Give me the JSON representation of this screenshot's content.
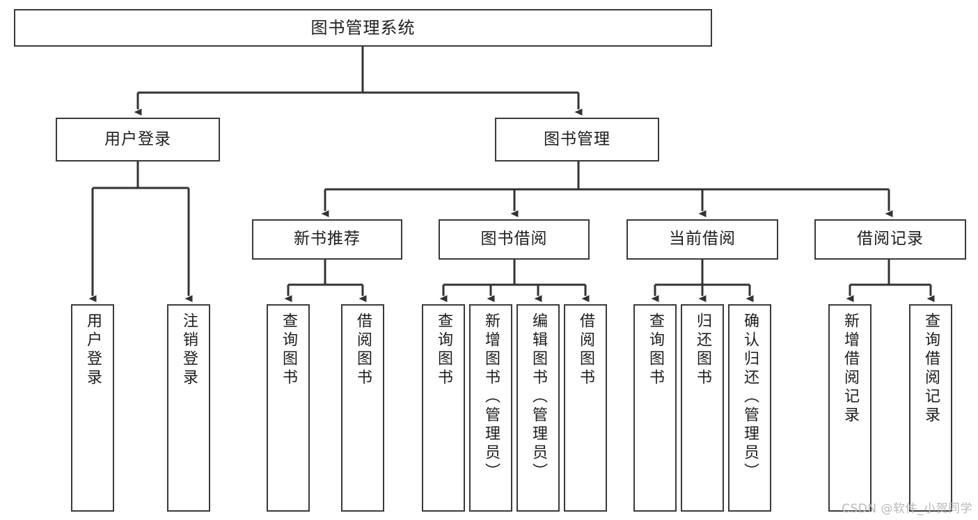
{
  "diagram": {
    "title": "图书管理系统",
    "type": "tree-hierarchy",
    "root": {
      "label": "图书管理系统"
    },
    "level2": [
      {
        "label": "用户登录"
      },
      {
        "label": "图书管理"
      }
    ],
    "level3": [
      {
        "label": "新书推荐"
      },
      {
        "label": "图书借阅"
      },
      {
        "label": "当前借阅"
      },
      {
        "label": "借阅记录"
      }
    ],
    "leaves": {
      "user_login": [
        {
          "label": "用户登录"
        },
        {
          "label": "注销登录"
        }
      ],
      "new_book_recommend": [
        {
          "label": "查询图书"
        },
        {
          "label": "借阅图书"
        }
      ],
      "book_borrow": [
        {
          "label": "查询图书"
        },
        {
          "label": "新增图书（管理员）"
        },
        {
          "label": "编辑图书（管理员）"
        },
        {
          "label": "借阅图书"
        }
      ],
      "current_borrow": [
        {
          "label": "查询图书"
        },
        {
          "label": "归还图书"
        },
        {
          "label": "确认归还（管理员）"
        }
      ],
      "borrow_record": [
        {
          "label": "新增借阅记录"
        },
        {
          "label": "查询借阅记录"
        }
      ]
    },
    "colors": {
      "border": "#3a3a3a",
      "text": "#1d1d1d",
      "background": "#ffffff",
      "connector": "#333333",
      "watermark": "#b9b9b9"
    }
  },
  "watermark": {
    "text": "CSDN @软件_小贺同学"
  }
}
